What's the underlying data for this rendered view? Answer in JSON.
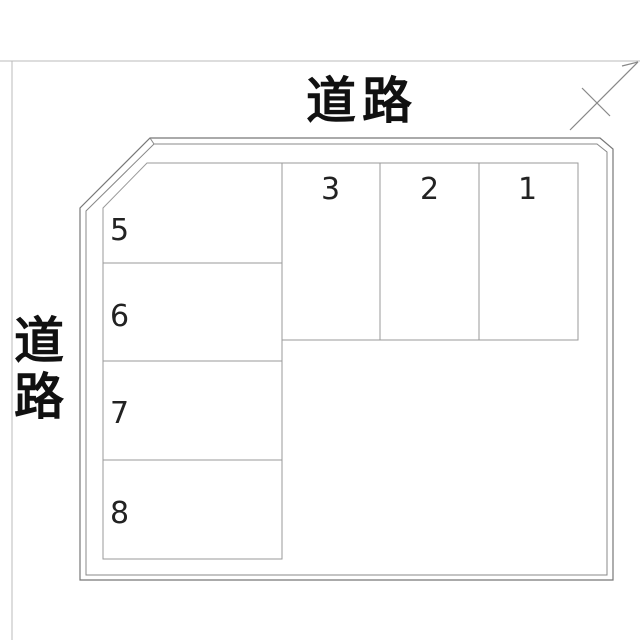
{
  "roads": {
    "top": "道路",
    "left": "道路"
  },
  "spaces": [
    {
      "number": "1"
    },
    {
      "number": "2"
    },
    {
      "number": "3"
    },
    {
      "number": "5"
    },
    {
      "number": "6"
    },
    {
      "number": "7"
    },
    {
      "number": "8"
    }
  ],
  "colors": {
    "line": "#9a9a9a",
    "boundary": "#777777",
    "text": "#111111"
  }
}
